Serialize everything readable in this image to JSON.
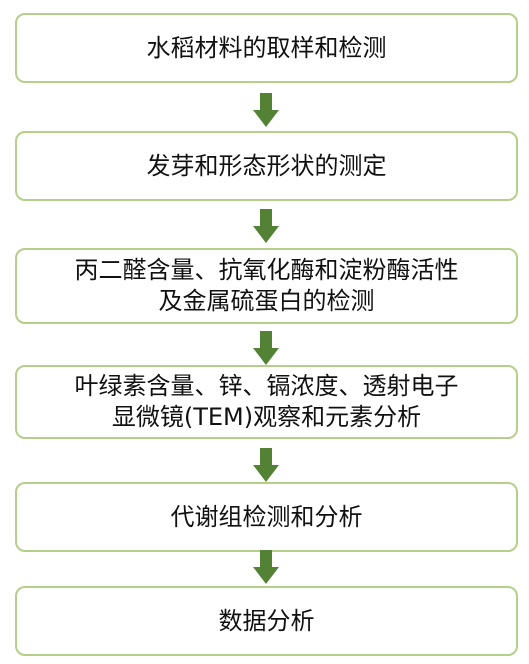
{
  "flowchart": {
    "steps": [
      "水稻材料的取样和检测",
      "发芽和形态形状的测定",
      "丙二醛含量、抗氧化酶和淀粉酶活性\n及金属硫蛋白的检测",
      "叶绿素含量、锌、镉浓度、透射电子\n显微镜(TEM)观察和元素分析",
      "代谢组检测和分析",
      "数据分析"
    ]
  },
  "colors": {
    "box_border": "#b5cf8a",
    "arrow_fill": "#548235",
    "text": "#111111"
  }
}
